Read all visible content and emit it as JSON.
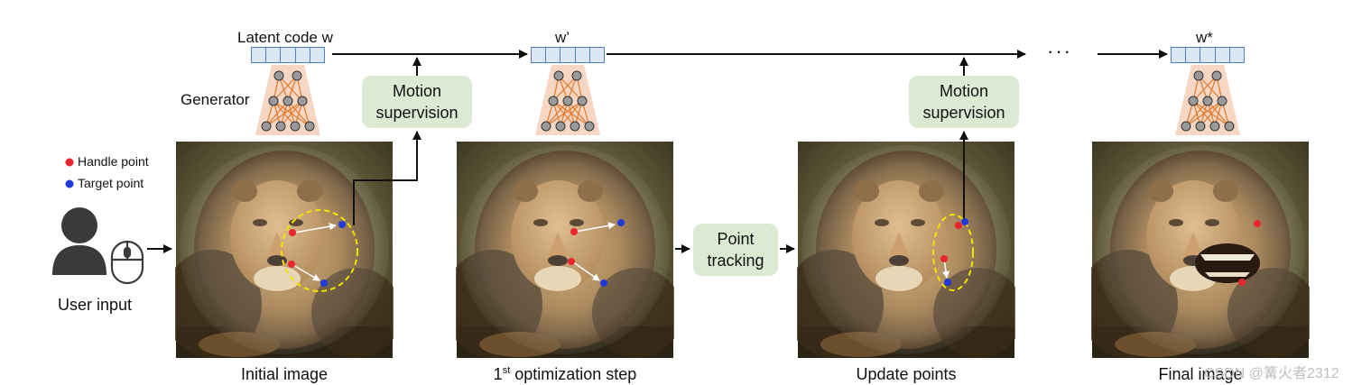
{
  "labels": {
    "latent_code": "Latent code w",
    "w_prime": "w’",
    "w_star": "w*",
    "generator": "Generator",
    "ellipsis": "···",
    "handle_point": "Handle point",
    "target_point": "Target point",
    "user_input": "User input"
  },
  "boxes": {
    "motion_supervision_1": [
      "Motion",
      "supervision"
    ],
    "motion_supervision_2": [
      "Motion",
      "supervision"
    ],
    "point_tracking": [
      "Point",
      "tracking"
    ]
  },
  "captions": {
    "initial_image": "Initial image",
    "opt_step_sup": "st",
    "opt_step_prefix": "1",
    "opt_step_rest": " optimization step",
    "update_points": "Update points",
    "final_image": "Final image"
  },
  "watermark": "CSDN @篝火者2312",
  "colors": {
    "handle": "#e8262b",
    "target": "#1f3ad6",
    "latent_fill": "#dce7f6",
    "latent_stroke": "#4f7fc4",
    "generator_bg": "#f7d6c3",
    "generator_edges": "#e07a2c",
    "box_fill": "#dcead3",
    "ellipse": "#f2e400"
  }
}
